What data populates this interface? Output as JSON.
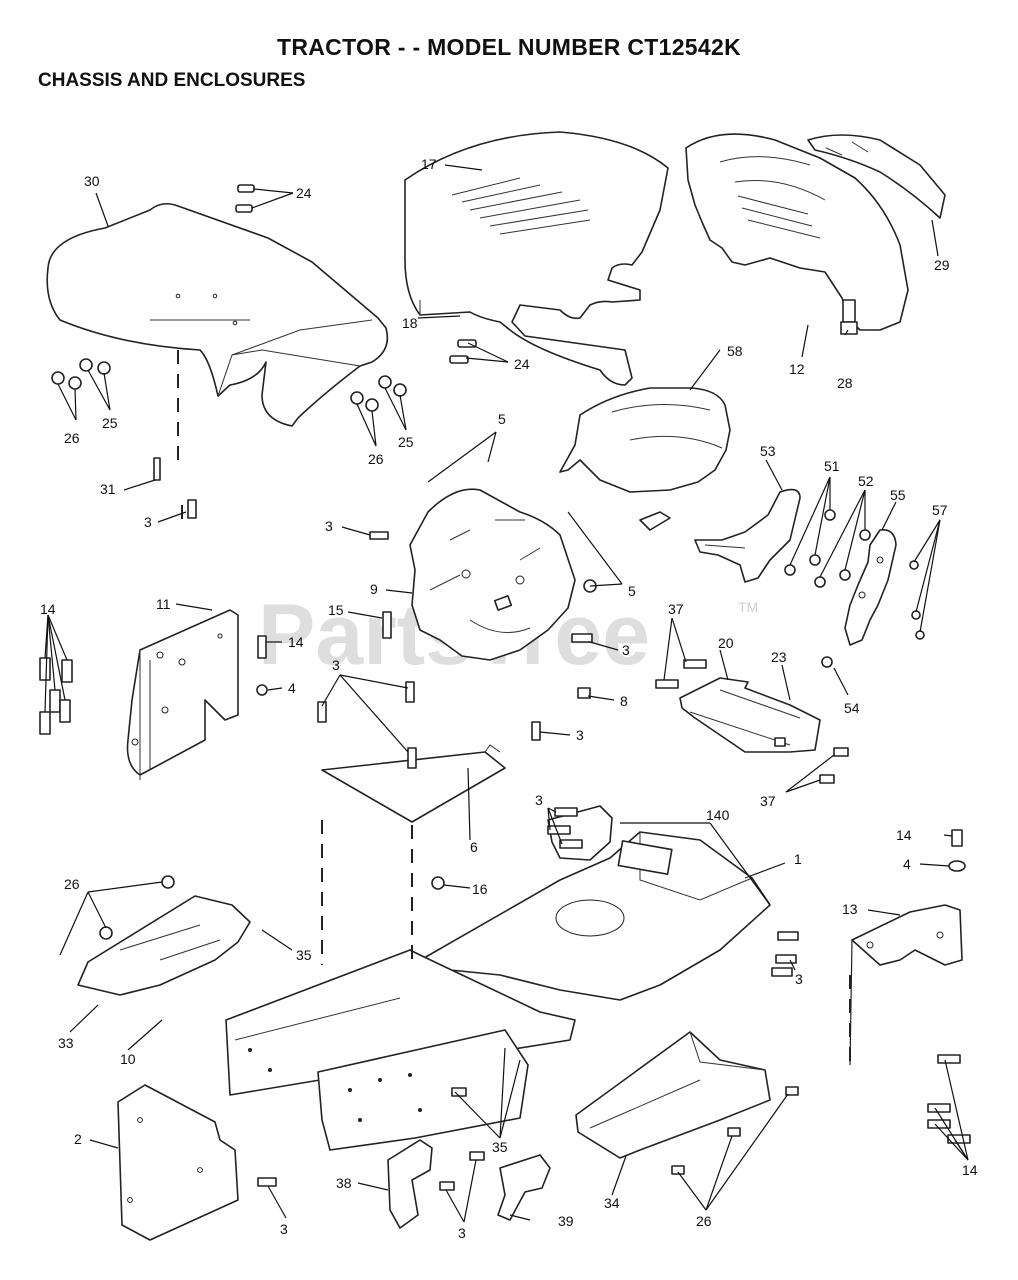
{
  "header": {
    "title": "TRACTOR - - MODEL NUMBER CT12542K",
    "subtitle": "CHASSIS AND ENCLOSURES"
  },
  "watermark": {
    "text": "PartsTree",
    "tm": "TM"
  },
  "callouts": [
    {
      "id": "c30",
      "text": "30"
    },
    {
      "id": "c24a",
      "text": "24"
    },
    {
      "id": "c17",
      "text": "17"
    },
    {
      "id": "c29",
      "text": "29"
    },
    {
      "id": "c18",
      "text": "18"
    },
    {
      "id": "c24b",
      "text": "24"
    },
    {
      "id": "c12",
      "text": "12"
    },
    {
      "id": "c28",
      "text": "28"
    },
    {
      "id": "c58",
      "text": "58"
    },
    {
      "id": "c25a",
      "text": "25"
    },
    {
      "id": "c26a",
      "text": "26"
    },
    {
      "id": "c25b",
      "text": "25"
    },
    {
      "id": "c26b",
      "text": "26"
    },
    {
      "id": "c5a",
      "text": "5"
    },
    {
      "id": "c31",
      "text": "31"
    },
    {
      "id": "c53",
      "text": "53"
    },
    {
      "id": "c51",
      "text": "51"
    },
    {
      "id": "c52",
      "text": "52"
    },
    {
      "id": "c55",
      "text": "55"
    },
    {
      "id": "c57",
      "text": "57"
    },
    {
      "id": "c3a",
      "text": "3"
    },
    {
      "id": "c3b",
      "text": "3"
    },
    {
      "id": "c9",
      "text": "9"
    },
    {
      "id": "c5b",
      "text": "5"
    },
    {
      "id": "c14a",
      "text": "14"
    },
    {
      "id": "c11",
      "text": "11"
    },
    {
      "id": "c15",
      "text": "15"
    },
    {
      "id": "c14b",
      "text": "14"
    },
    {
      "id": "c37a",
      "text": "37"
    },
    {
      "id": "c3c",
      "text": "3"
    },
    {
      "id": "c20",
      "text": "20"
    },
    {
      "id": "c23",
      "text": "23"
    },
    {
      "id": "c4a",
      "text": "4"
    },
    {
      "id": "c3d",
      "text": "3"
    },
    {
      "id": "c8",
      "text": "8"
    },
    {
      "id": "c54",
      "text": "54"
    },
    {
      "id": "c3e",
      "text": "3"
    },
    {
      "id": "c37b",
      "text": "37"
    },
    {
      "id": "c140",
      "text": "140"
    },
    {
      "id": "c3f",
      "text": "3"
    },
    {
      "id": "c6",
      "text": "6"
    },
    {
      "id": "c14c",
      "text": "14"
    },
    {
      "id": "c1",
      "text": "1"
    },
    {
      "id": "c4b",
      "text": "4"
    },
    {
      "id": "c26c",
      "text": "26"
    },
    {
      "id": "c16",
      "text": "16"
    },
    {
      "id": "c13",
      "text": "13"
    },
    {
      "id": "c35a",
      "text": "35"
    },
    {
      "id": "c3g",
      "text": "3"
    },
    {
      "id": "c33",
      "text": "33"
    },
    {
      "id": "c10",
      "text": "10"
    },
    {
      "id": "c2",
      "text": "2"
    },
    {
      "id": "c35b",
      "text": "35"
    },
    {
      "id": "c14d",
      "text": "14"
    },
    {
      "id": "c38",
      "text": "38"
    },
    {
      "id": "c34",
      "text": "34"
    },
    {
      "id": "c39",
      "text": "39"
    },
    {
      "id": "c3h",
      "text": "3"
    },
    {
      "id": "c3i",
      "text": "3"
    },
    {
      "id": "c26d",
      "text": "26"
    }
  ]
}
